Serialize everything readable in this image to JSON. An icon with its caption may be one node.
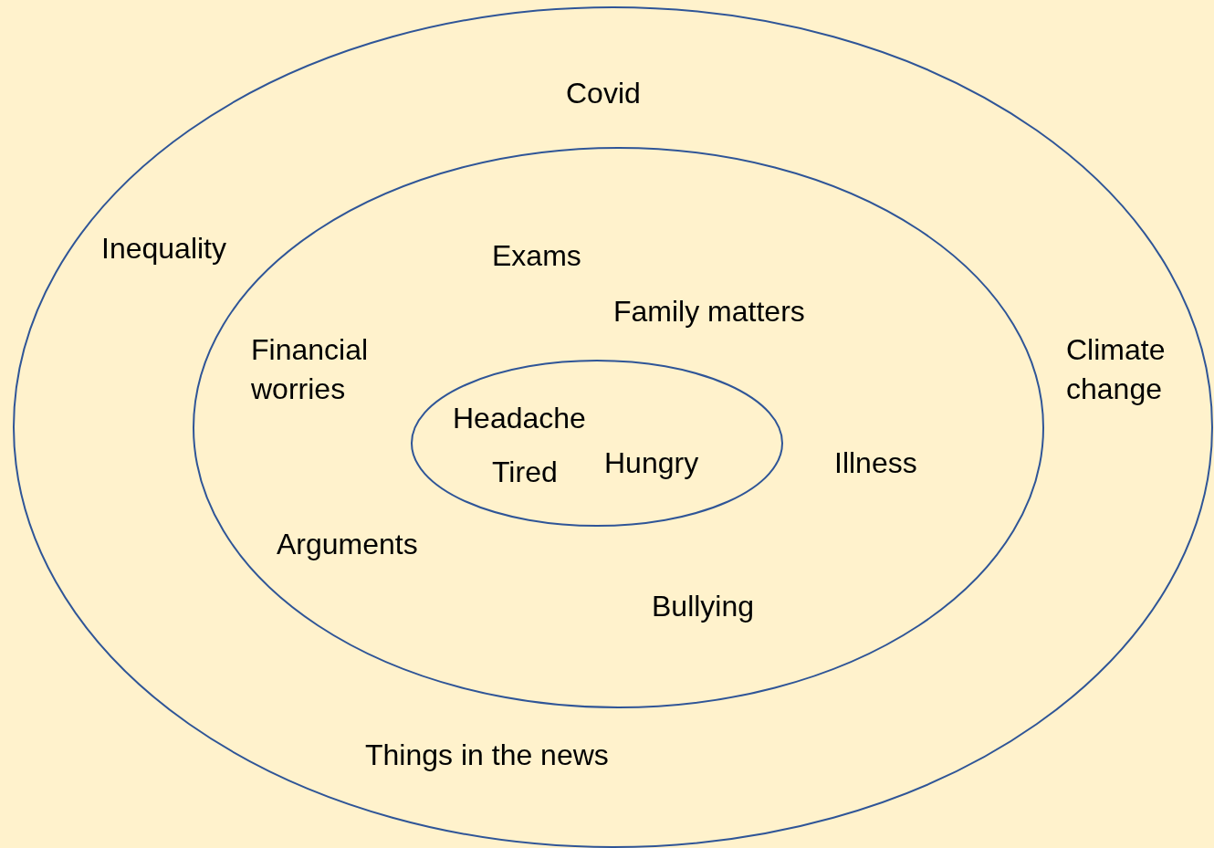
{
  "diagram": {
    "nodes": [
      {
        "text": [
          "Covid",
          "Inequality",
          "Climate change",
          "Things in the news"
        ]
      },
      {
        "text": [
          "Exams",
          "Family matters",
          "Financial worries",
          "Illness",
          "Arguments",
          "Bullying"
        ],
        "in": 0
      },
      {
        "text": [
          "Headache",
          "Tired",
          "Hungry"
        ],
        "in": 1
      }
    ]
  }
}
